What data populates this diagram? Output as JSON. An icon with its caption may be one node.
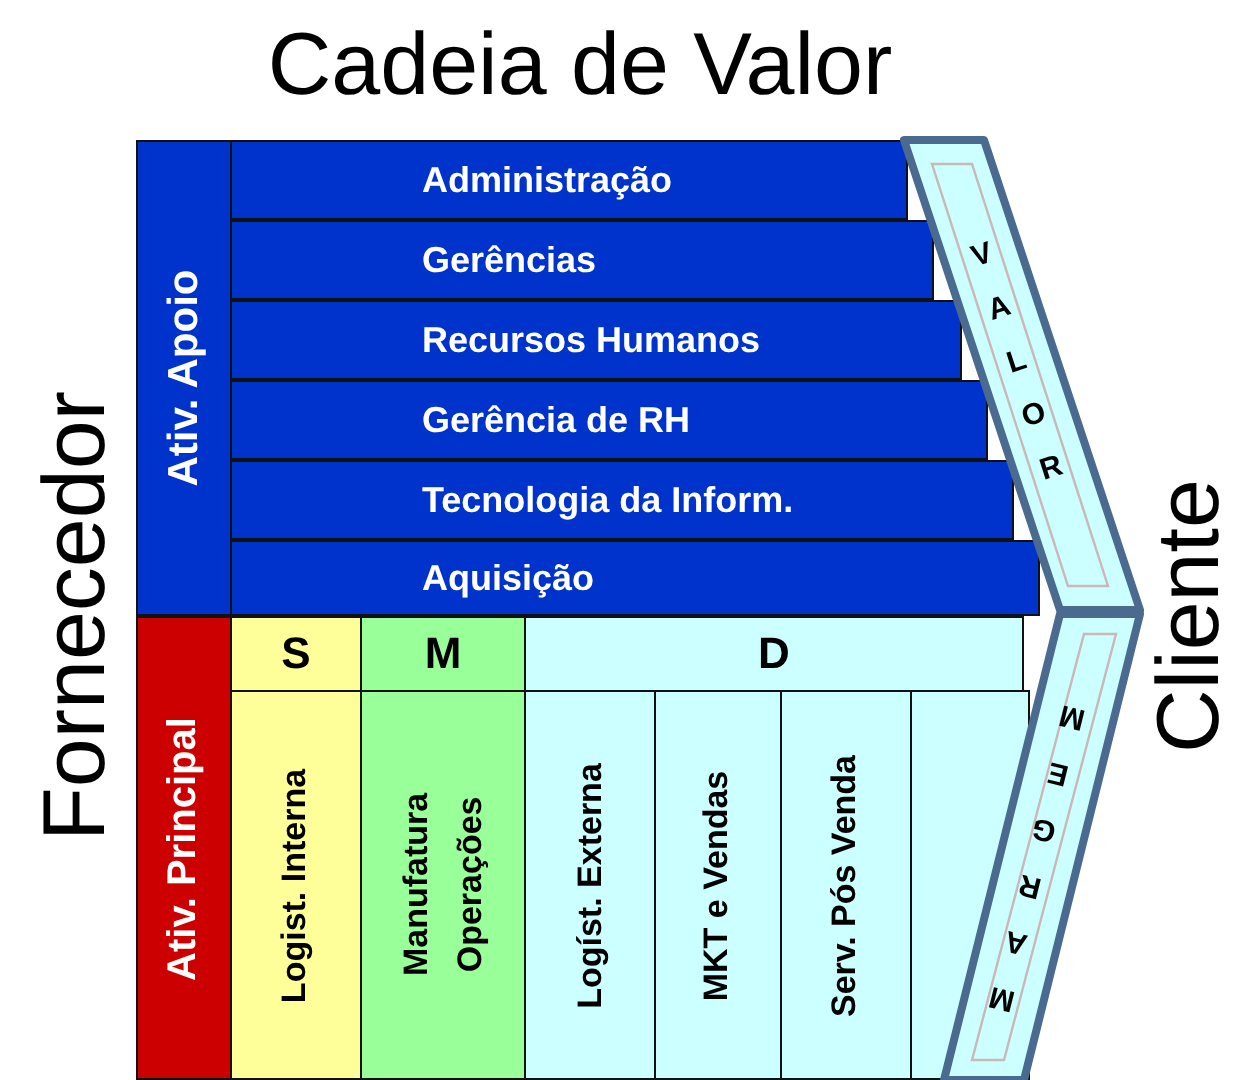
{
  "diagram": {
    "title": "Cadeia de Valor",
    "nodes": [
      {
        "text": [
          "Ativ. Apoio"
        ]
      },
      {
        "text": [
          "Administração"
        ]
      },
      {
        "text": [
          "Gerências"
        ]
      },
      {
        "text": [
          "Recursos Humanos"
        ]
      },
      {
        "text": [
          "Gerência de RH"
        ]
      },
      {
        "text": [
          "Tecnologia da Inform."
        ]
      },
      {
        "text": [
          "Aquisição"
        ]
      },
      {
        "text": [
          "Ativ. Principal"
        ]
      },
      {
        "text": [
          "S"
        ]
      },
      {
        "text": [
          "M"
        ]
      },
      {
        "text": [
          "D"
        ]
      },
      {
        "text": [
          "Logist. Interna"
        ]
      },
      {
        "text": [
          "Manufatura Operações"
        ]
      },
      {
        "text": [
          "Logíst. Externa"
        ]
      },
      {
        "text": [
          "MKT e Vendas"
        ]
      },
      {
        "text": [
          "Serv. Pós Venda"
        ]
      },
      {
        "text": [],
        "shape": "box"
      },
      {
        "text": [
          "VALOR"
        ]
      },
      {
        "text": [
          "MARGEM"
        ]
      }
    ],
    "labels": [
      "Fornecedor",
      "Cliente"
    ]
  }
}
